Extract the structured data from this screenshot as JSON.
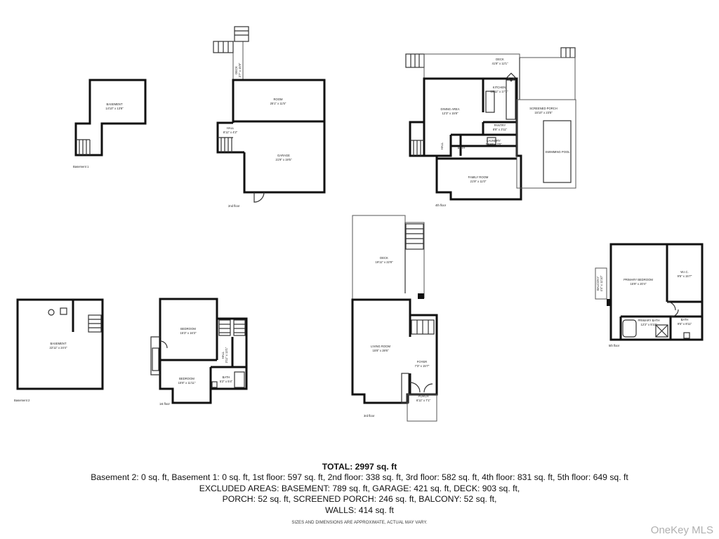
{
  "floors": {
    "basement1": {
      "label": "Basement 1",
      "rooms": [
        {
          "name": "BASEMENT",
          "dims": "14'10\" x 13'8\""
        }
      ]
    },
    "second": {
      "label": "2nd floor",
      "rooms": [
        {
          "name": "DECK",
          "dims": "3'7\" x 15'9\""
        },
        {
          "name": "ROOM",
          "dims": "25'1\" x 11'5\""
        },
        {
          "name": "HALL",
          "dims": "8'11\" x 4'2\""
        },
        {
          "name": "GARAGE",
          "dims": "21'9\" x 19'5\""
        }
      ]
    },
    "fourth": {
      "label": "4th floor",
      "rooms": [
        {
          "name": "DECK",
          "dims": "41'8\" x 12'1\""
        },
        {
          "name": "KITCHEN",
          "dims": "16'11\" x 17'1\""
        },
        {
          "name": "DINING AREA",
          "dims": "12'3\" x 15'8\""
        },
        {
          "name": "SCREENED PORCH",
          "dims": "15'10\" x 23'5\""
        },
        {
          "name": "PANTRY",
          "dims": "8'8\" x 3'11\""
        },
        {
          "name": "SWIMMING POOL",
          "dims": ""
        },
        {
          "name": "LAUNDRY",
          "dims": "12'10\" x 3'8\""
        },
        {
          "name": "HALL",
          "dims": ""
        },
        {
          "name": "BATH",
          "dims": ""
        },
        {
          "name": "FAMILY ROOM",
          "dims": "21'9\" x 11'0\""
        }
      ]
    },
    "basement2": {
      "label": "Basement 2",
      "rooms": [
        {
          "name": "BASEMENT",
          "dims": "22'11\" x 24'4\""
        }
      ]
    },
    "first": {
      "label": "1st floor",
      "rooms": [
        {
          "name": "BEDROOM",
          "dims": "15'3\" x 16'3\""
        },
        {
          "name": "HALL",
          "dims": "3'11\" x 13'1\""
        },
        {
          "name": "BEDROOM",
          "dims": "15'8\" x 11'11\""
        },
        {
          "name": "BATH",
          "dims": "5'2\" x 5'4\""
        }
      ]
    },
    "third": {
      "label": "3rd floor",
      "rooms": [
        {
          "name": "DECK",
          "dims": "19'11\" x 22'8\""
        },
        {
          "name": "LIVING ROOM",
          "dims": "15'8\" x 28'6\""
        },
        {
          "name": "FOYER",
          "dims": "7'3\" x 15'7\""
        },
        {
          "name": "PORCH",
          "dims": "6'11\" x 7'1\""
        }
      ]
    },
    "fifth": {
      "label": "5th floor",
      "rooms": [
        {
          "name": "BALCONY",
          "dims": "4'4\" x 11'10\""
        },
        {
          "name": "PRIMARY BEDROOM",
          "dims": "15'9\" x 20'4\""
        },
        {
          "name": "W.I.C.",
          "dims": "9'5\" x 15'7\""
        },
        {
          "name": "PRIMARY BATH",
          "dims": "12'2\" x 5'10\""
        },
        {
          "name": "BATH",
          "dims": "9'5\" x 8'11\""
        }
      ]
    }
  },
  "summary": {
    "total": "TOTAL: 2997 sq. ft",
    "line1": "Basement 2: 0 sq. ft, Basement 1: 0 sq. ft, 1st floor: 597 sq. ft, 2nd floor: 338 sq. ft, 3rd floor: 582 sq. ft, 4th floor: 831 sq. ft, 5th floor: 649 sq. ft",
    "line2": "EXCLUDED AREAS: BASEMENT: 789 sq. ft, GARAGE: 421 sq. ft, DECK: 903 sq. ft,",
    "line3": "PORCH: 52 sq. ft, SCREENED PORCH: 246 sq. ft, BALCONY: 52 sq. ft,",
    "line4": "WALLS: 414 sq. ft"
  },
  "disclaimer": "SIZES AND DIMENSIONS ARE APPROXIMATE, ACTUAL MAY VARY.",
  "watermark": "OneKey MLS"
}
